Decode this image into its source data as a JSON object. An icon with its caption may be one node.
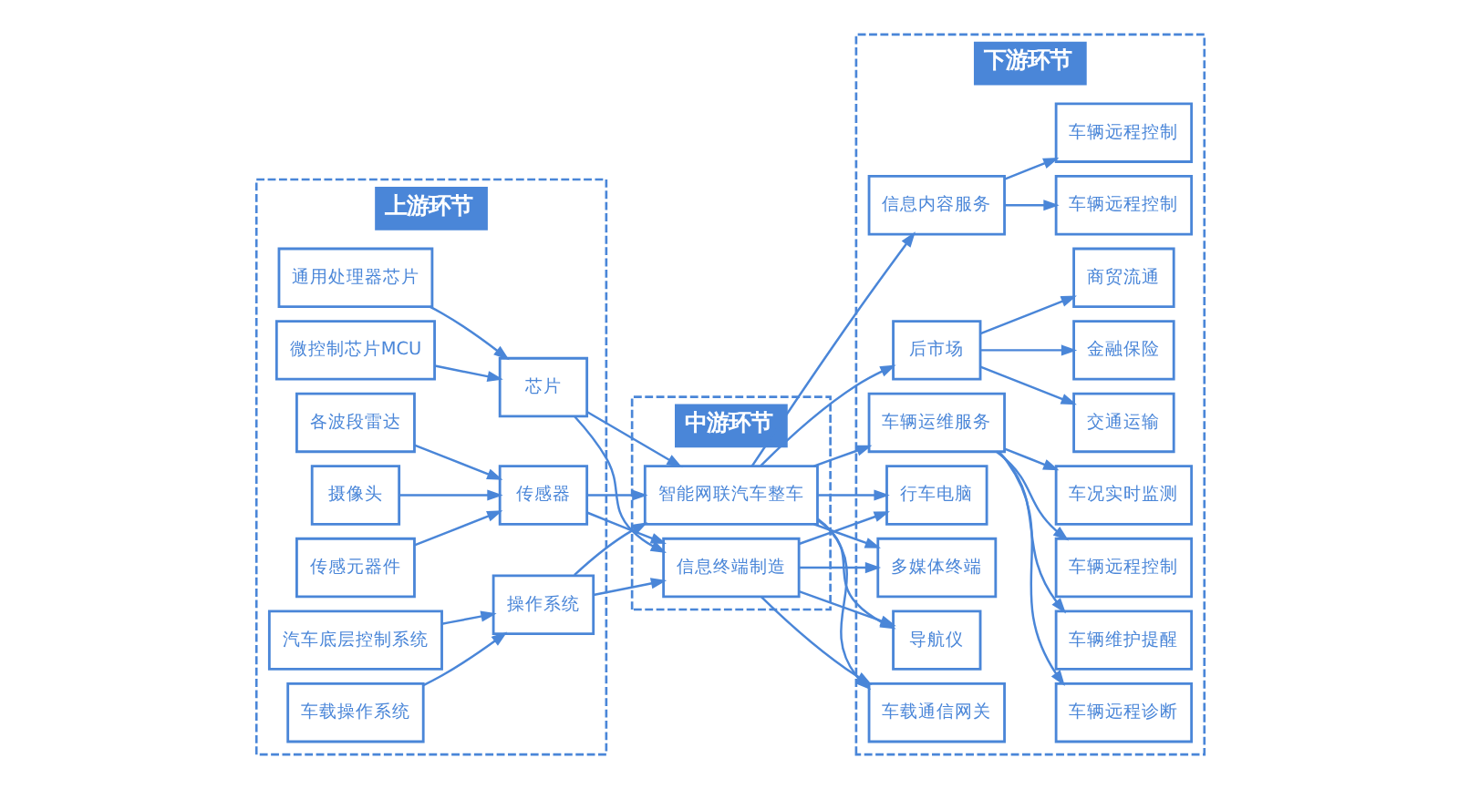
{
  "diagram": {
    "nodes": [
      {
        "text": [
          "上游环节"
        ]
      },
      {
        "text": [
          "通用处理器芯片"
        ],
        "in": 0
      },
      {
        "text": [
          "微控制芯片MCU"
        ],
        "in": 0
      },
      {
        "text": [
          "芯片"
        ],
        "in": 0
      },
      {
        "text": [
          "传感元器件"
        ],
        "in": 0
      },
      {
        "text": [
          "各波段雷达"
        ],
        "in": 0
      },
      {
        "text": [
          "摄像头"
        ],
        "in": 0
      },
      {
        "text": [
          "传感器"
        ],
        "in": 0
      },
      {
        "text": [
          "汽车底层控制系统"
        ],
        "in": 0
      },
      {
        "text": [
          "车载操作系统"
        ],
        "in": 0
      },
      {
        "text": [
          "操作系统"
        ],
        "in": 0
      },
      {
        "text": [
          "中游环节"
        ]
      },
      {
        "text": [
          "智能网联汽车整车"
        ],
        "in": 11
      },
      {
        "text": [
          "信息终端制造"
        ],
        "in": 11
      },
      {
        "text": [
          "下游环节"
        ]
      },
      {
        "text": [
          "后市场"
        ],
        "in": 14
      },
      {
        "text": [
          "商贸流通"
        ],
        "in": 14
      },
      {
        "text": [
          "交通运输"
        ],
        "in": 14
      },
      {
        "text": [
          "金融保险"
        ],
        "in": 14
      },
      {
        "text": [
          "车辆运维服务"
        ],
        "in": 14
      },
      {
        "text": [
          "车况实时监测"
        ],
        "in": 14
      },
      {
        "text": [
          "车辆远程诊断"
        ],
        "in": 14
      },
      {
        "text": [
          "车辆维护提醒"
        ],
        "in": 14
      },
      {
        "text": [
          "车辆远程控制"
        ],
        "in": 14
      },
      {
        "text": [
          "信息内容服务"
        ],
        "in": 14
      },
      {
        "text": [
          "车辆远程控制"
        ],
        "in": 14
      },
      {
        "text": [
          "车辆远程控制"
        ],
        "in": 14
      },
      {
        "text": [
          "行车电脑"
        ],
        "in": 14
      },
      {
        "text": [
          "多媒体终端"
        ],
        "in": 14
      },
      {
        "text": [
          "导航仪"
        ],
        "in": 14
      },
      {
        "text": [
          "车载通信网关"
        ],
        "in": 14
      }
    ],
    "edges": [
      {
        "from": 1,
        "to": 3,
        "arrow": "to"
      },
      {
        "from": 2,
        "to": 3,
        "arrow": "to"
      },
      {
        "from": 4,
        "to": 7,
        "arrow": "to"
      },
      {
        "from": 5,
        "to": 7,
        "arrow": "to"
      },
      {
        "from": 6,
        "to": 7,
        "arrow": "to"
      },
      {
        "from": 8,
        "to": 10,
        "arrow": "to"
      },
      {
        "from": 9,
        "to": 10,
        "arrow": "to"
      },
      {
        "from": 3,
        "to": 12,
        "arrow": "to"
      },
      {
        "from": 3,
        "to": 13,
        "arrow": "to"
      },
      {
        "from": 7,
        "to": 12,
        "arrow": "to"
      },
      {
        "from": 7,
        "to": 13,
        "arrow": "to"
      },
      {
        "from": 10,
        "to": 12,
        "arrow": "to"
      },
      {
        "from": 10,
        "to": 13,
        "arrow": "to"
      },
      {
        "from": 12,
        "to": 15,
        "arrow": "to"
      },
      {
        "from": 12,
        "to": 19,
        "arrow": "to"
      },
      {
        "from": 12,
        "to": 24,
        "arrow": "to"
      },
      {
        "from": 12,
        "to": 27,
        "arrow": "to"
      },
      {
        "from": 12,
        "to": 28,
        "arrow": "to"
      },
      {
        "from": 12,
        "to": 29,
        "arrow": "to"
      },
      {
        "from": 12,
        "to": 30,
        "arrow": "to"
      },
      {
        "from": 13,
        "to": 27,
        "arrow": "to"
      },
      {
        "from": 13,
        "to": 28,
        "arrow": "to"
      },
      {
        "from": 13,
        "to": 29,
        "arrow": "to"
      },
      {
        "from": 13,
        "to": 30,
        "arrow": "to"
      },
      {
        "from": 15,
        "to": 16,
        "arrow": "to"
      },
      {
        "from": 15,
        "to": 17,
        "arrow": "to"
      },
      {
        "from": 15,
        "to": 18,
        "arrow": "to"
      },
      {
        "from": 19,
        "to": 20,
        "arrow": "to"
      },
      {
        "from": 19,
        "to": 21,
        "arrow": "to"
      },
      {
        "from": 19,
        "to": 22,
        "arrow": "to"
      },
      {
        "from": 19,
        "to": 23,
        "arrow": "to"
      },
      {
        "from": 24,
        "to": 25,
        "arrow": "to"
      },
      {
        "from": 24,
        "to": 26,
        "arrow": "to"
      }
    ]
  }
}
